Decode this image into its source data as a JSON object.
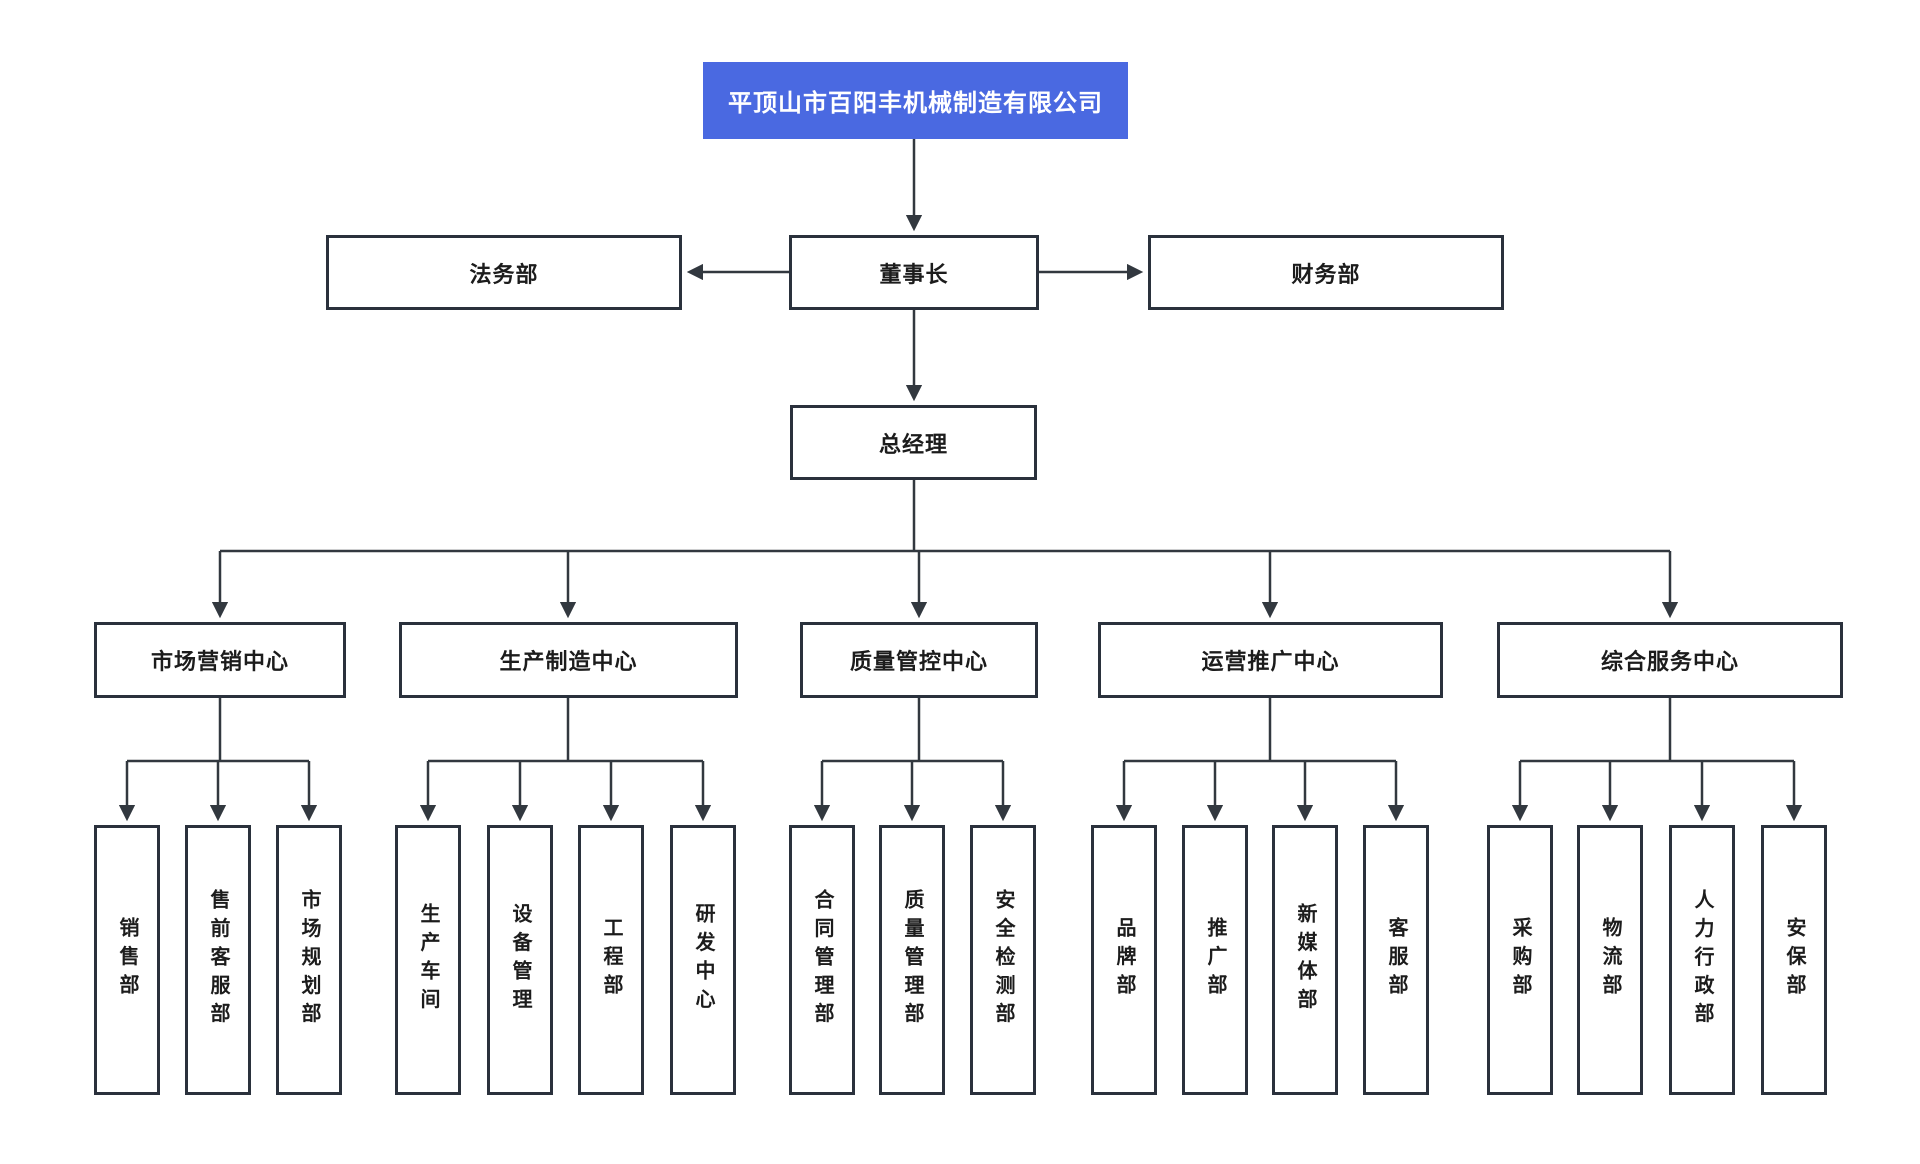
{
  "company": {
    "name": "平顶山市百阳丰机械制造有限公司"
  },
  "board_level": {
    "legal": "法务部",
    "chairman": "董事长",
    "finance": "财务部"
  },
  "executive_level": {
    "general_manager": "总经理"
  },
  "centers": [
    {
      "label": "市场营销中心",
      "departments": [
        "销售部",
        "售前客服部",
        "市场规划部"
      ]
    },
    {
      "label": "生产制造中心",
      "departments": [
        "生产车间",
        "设备管理",
        "工程部",
        "研发中心"
      ]
    },
    {
      "label": "质量管控中心",
      "departments": [
        "合同管理部",
        "质量管理部",
        "安全检测部"
      ]
    },
    {
      "label": "运营推广中心",
      "departments": [
        "品牌部",
        "推广部",
        "新媒体部",
        "客服部"
      ]
    },
    {
      "label": "综合服务中心",
      "departments": [
        "采购部",
        "物流部",
        "人力行政部",
        "安保部"
      ]
    }
  ],
  "colors": {
    "root_background": "#4a69e1",
    "root_text": "#ffffff",
    "box_border": "#2a313c",
    "connector_line": "#32383f",
    "label_text": "#1c1c1c",
    "page_background": "#ffffff"
  }
}
